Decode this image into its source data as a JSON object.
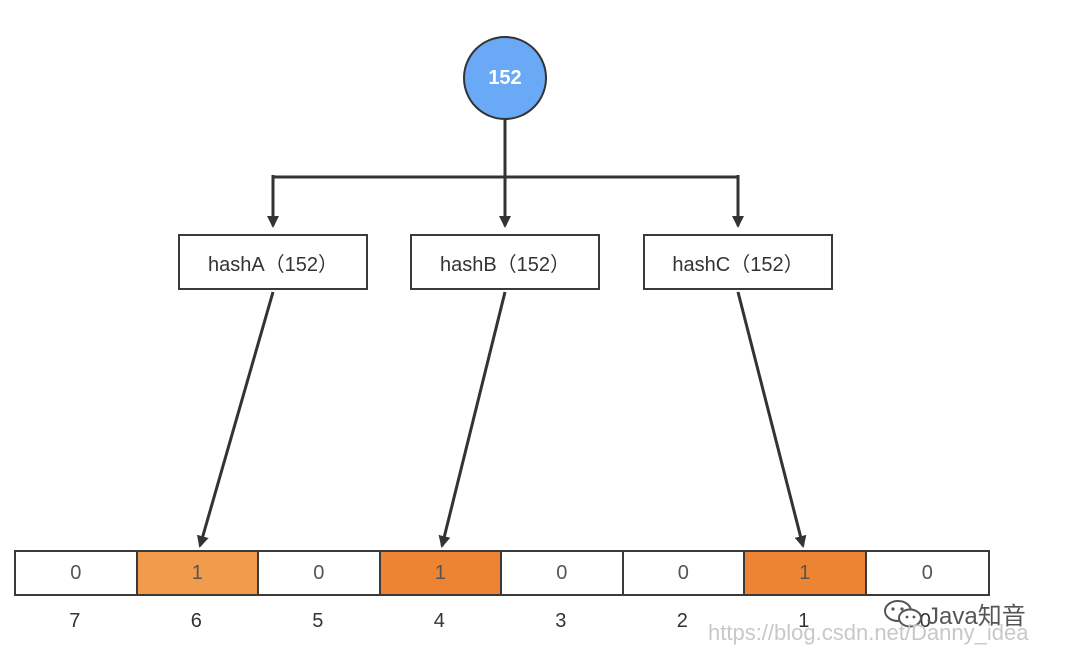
{
  "root": {
    "value": "152"
  },
  "hash_functions": [
    {
      "label": "hashA（152）",
      "target_index": "6"
    },
    {
      "label": "hashB（152）",
      "target_index": "4"
    },
    {
      "label": "hashC（152）",
      "target_index": "1"
    }
  ],
  "bit_array": {
    "cells": [
      {
        "value": "0",
        "index": "7",
        "fill": "#ffffff"
      },
      {
        "value": "1",
        "index": "6",
        "fill": "#f19c4c"
      },
      {
        "value": "0",
        "index": "5",
        "fill": "#ffffff"
      },
      {
        "value": "1",
        "index": "4",
        "fill": "#ec8433"
      },
      {
        "value": "0",
        "index": "3",
        "fill": "#ffffff"
      },
      {
        "value": "0",
        "index": "2",
        "fill": "#ffffff"
      },
      {
        "value": "1",
        "index": "1",
        "fill": "#ec8433"
      },
      {
        "value": "0",
        "index": "0",
        "fill": "#ffffff"
      }
    ]
  },
  "watermark": {
    "brand": "Java知音",
    "url": "https://blog.csdn.net/Danny_idea"
  },
  "colors": {
    "root_fill": "#6aa9f5",
    "stroke": "#333333"
  }
}
